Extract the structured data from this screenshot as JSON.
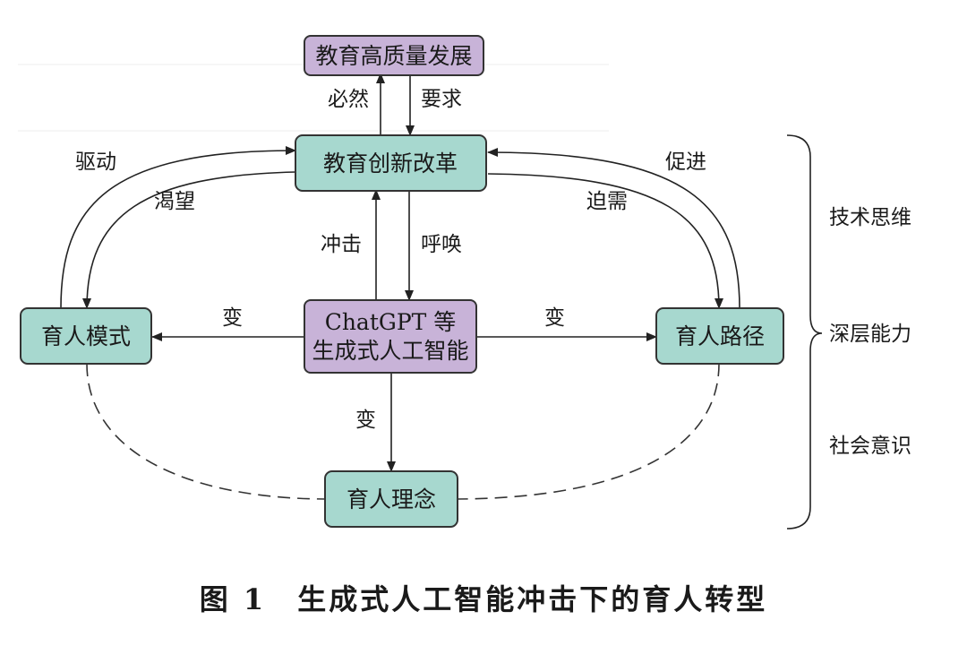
{
  "nodes": {
    "edu_quality": "教育高质量发展",
    "edu_reform": "教育创新改革",
    "chatgpt_line1": "ChatGPT 等",
    "chatgpt_line2": "生成式人工智能",
    "mode": "育人模式",
    "path": "育人路径",
    "concept": "育人理念"
  },
  "edge_labels": {
    "inevitable": "必然",
    "require": "要求",
    "drive": "驱动",
    "desire": "渴望",
    "promote": "促进",
    "urgent_need": "迫需",
    "impact": "冲击",
    "call": "呼唤",
    "change_left": "变",
    "change_right": "变",
    "change_down": "变"
  },
  "side_labels": [
    "技术思维",
    "深层能力",
    "社会意识"
  ],
  "caption": "图 1　生成式人工智能冲击下的育人转型"
}
